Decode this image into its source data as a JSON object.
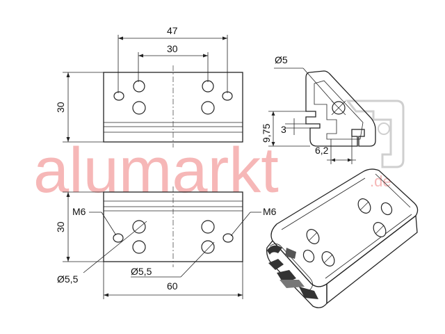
{
  "watermark": {
    "brand": "alumarkt",
    "suffix": ".de"
  },
  "dimensions": {
    "top_width_outer": "47",
    "top_width_inner": "30",
    "top_height": "30",
    "bottom_height": "30",
    "bottom_width": "60",
    "thread_left": "M6",
    "thread_right": "M6",
    "bore_left": "Ø5,5",
    "bore_center": "Ø5,5",
    "profile_bore": "Ø5",
    "profile_height": "9,75",
    "profile_slot": "3",
    "profile_width": "6,2"
  },
  "colors": {
    "line": "#222222",
    "watermark": "#f6b7b7",
    "part_fill": "#ffffff"
  }
}
